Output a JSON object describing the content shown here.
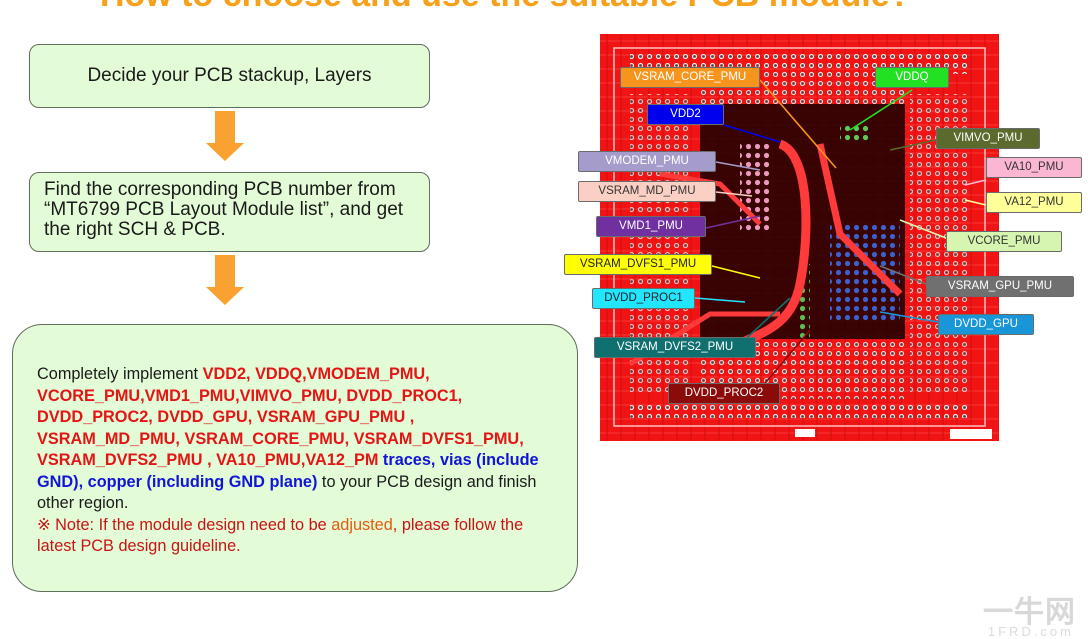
{
  "title": "How to choose and use the suitable PCB module?",
  "steps": {
    "step1": "Decide your PCB stackup, Layers",
    "step2": "Find the corresponding PCB number from “MT6799 PCB Layout Module list”, and get the right SCH & PCB.",
    "step3": {
      "intro": "Completely implement ",
      "nets": "VDD2, VDDQ,VMODEM_PMU, VCORE_PMU,VMD1_PMU,VIMVO_PMU, DVDD_PROC1, DVDD_PROC2, DVDD_GPU, VSRAM_GPU_PMU , VSRAM_MD_PMU, VSRAM_CORE_PMU, VSRAM_DVFS1_PMU,  VSRAM_DVFS2_PMU , VA10_PMU,VA12_PM",
      "blue_part": " traces, vias (include GND), copper (including GND plane)",
      "tail": " to your PCB design and finish other region.",
      "note_a": "※ Note: If the module design need to be ",
      "note_adjusted": "adjusted",
      "note_b": ", please follow the latest PCB design guideline."
    }
  },
  "labels": [
    {
      "id": "vsram-core-pmu",
      "text": "VSRAM_CORE_PMU",
      "bg": "#f7941d",
      "fg": "#ffffff"
    },
    {
      "id": "vddq",
      "text": "VDDQ",
      "bg": "#22e022",
      "fg": "#ffffff"
    },
    {
      "id": "vdd2",
      "text": "VDD2",
      "bg": "#0000ee",
      "fg": "#ffffff"
    },
    {
      "id": "vimvo-pmu",
      "text": "VIMVO_PMU",
      "bg": "#5b6b2d",
      "fg": "#ffffff"
    },
    {
      "id": "vmodem-pmu",
      "text": "VMODEM_PMU",
      "bg": "#a59ccb",
      "fg": "#ffffff"
    },
    {
      "id": "va10-pmu",
      "text": "VA10_PMU",
      "bg": "#fbb6d4",
      "fg": "#333333"
    },
    {
      "id": "vsram-md-pmu",
      "text": "VSRAM_MD_PMU",
      "bg": "#fbd0c4",
      "fg": "#333333"
    },
    {
      "id": "va12-pmu",
      "text": "VA12_PMU",
      "bg": "#ffff99",
      "fg": "#333333"
    },
    {
      "id": "vmd1-pmu",
      "text": "VMD1_PMU",
      "bg": "#7030a0",
      "fg": "#ffffff"
    },
    {
      "id": "vcore-pmu",
      "text": "VCORE_PMU",
      "bg": "#d6f5b0",
      "fg": "#333333"
    },
    {
      "id": "vsram-dvfs1-pmu",
      "text": "VSRAM_DVFS1_PMU",
      "bg": "#ffff00",
      "fg": "#222222"
    },
    {
      "id": "vsram-gpu-pmu",
      "text": "VSRAM_GPU_PMU",
      "bg": "#707070",
      "fg": "#ffffff"
    },
    {
      "id": "dvdd-proc1",
      "text": "DVDD_PROC1",
      "bg": "#22e6ff",
      "fg": "#222222"
    },
    {
      "id": "dvdd-gpu",
      "text": "DVDD_GPU",
      "bg": "#1996d8",
      "fg": "#ffffff"
    },
    {
      "id": "vsram-dvfs2-pmu",
      "text": "VSRAM_DVFS2_PMU",
      "bg": "#107070",
      "fg": "#ffffff"
    },
    {
      "id": "dvdd-proc2",
      "text": "DVDD_PROC2",
      "bg": "#8b0a0a",
      "fg": "#ffffff"
    }
  ],
  "watermark": "一牛网",
  "watermark_sub": "1FRD.com",
  "colors": {
    "accent": "#f7a11a",
    "pcb_red": "#f01010",
    "net_red": "#e31515",
    "net_blue": "#1015d6"
  }
}
